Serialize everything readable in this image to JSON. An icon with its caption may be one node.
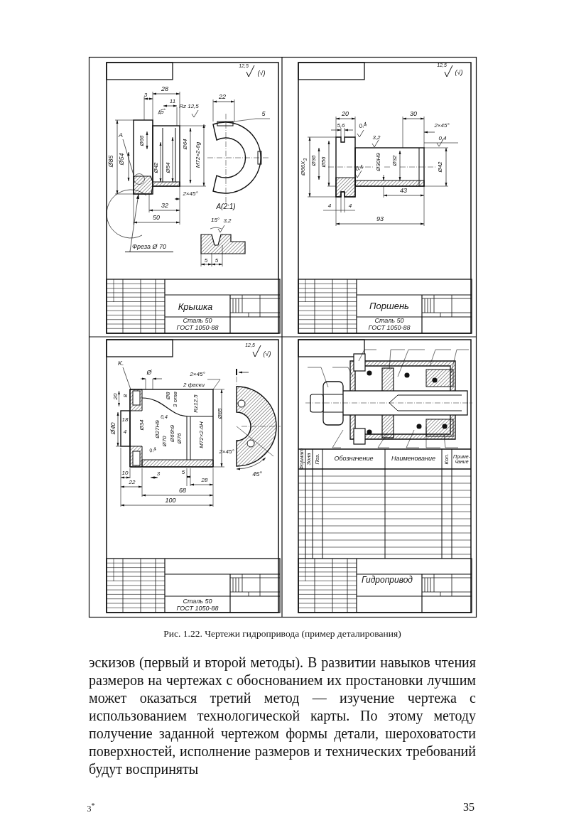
{
  "diagram": {
    "caption": "Рис. 1.22. Чертежи гидропривода (пример деталирования)",
    "nodes": [
      {
        "text": [
          "Фреза Ø 70"
        ]
      },
      {
        "text": [
          "A"
        ]
      },
      {
        "text": [
          "K."
        ]
      },
      {
        "text": [],
        "shape": "picture"
      },
      {
        "text": [],
        "shape": "picture"
      }
    ],
    "edges": [
      {
        "from": 0,
        "to": 3,
        "arrow": "to"
      },
      {
        "from": 1,
        "to": 3,
        "arrow": "none"
      },
      {
        "from": 2,
        "to": 4,
        "arrow": "none"
      }
    ],
    "labels": [
      "12,5",
      "(√)",
      "28",
      "3",
      "11",
      "45°",
      "Rz 12,5",
      "22",
      "5",
      "Ø66",
      "Ø85",
      "Ø54",
      "Ø42",
      "Ø54",
      "Ø64",
      "M72×2-6g",
      "2×45°",
      "32",
      "50",
      "A(2:1)",
      "15°",
      "3,2",
      "5",
      "5",
      "Крышка",
      "Сталь 50",
      "ГОСТ 1050-88",
      "12,5",
      "(√)",
      "20",
      "5,6",
      "0,4",
      "30",
      "2×45°",
      "3,2",
      "0,4",
      "Ø66X$_{3}$",
      "Ø36",
      "Ø56",
      "0,4",
      "Ø30H9",
      "Ø32",
      "Ø42",
      "43",
      "4",
      "4",
      "93",
      "Поршень",
      "Сталь 50",
      "ГОСТ 1050-88",
      "12,5",
      "(√)",
      "Ø",
      "2×45°",
      "2 фаски",
      "20",
      "8",
      "Ø8",
      "3 отв",
      "Rz12,5",
      "Ø85",
      "Ø40",
      "18",
      "4",
      "Ø34",
      "0,4",
      "Ø27H9",
      "Ø70",
      "Ø66h9",
      "Ø76",
      "M72×2-6H",
      "0,4",
      "2×45°",
      "10",
      "22",
      "3",
      "5",
      "28",
      "45°",
      "68",
      "100",
      "Сталь 50",
      "ГОСТ 1050-88",
      "Формат",
      "Зона",
      "Поз.",
      "Обозначение",
      "Наименование",
      "Кол.",
      "Приме- чание",
      "Гидропривод",
      "эскизов (первый и второй методы). В развитии навыков чтения размеров на чертежах с обоснованием их простановки лучшим может оказаться третий метод — изучение чертежа с использованием технологической карты. По этому методу получение заданной чертежом формы детали, шероховатости поверхностей, исполнение размеров и технических требований будут восприняты",
      "3$^{*}$",
      "35"
    ]
  }
}
